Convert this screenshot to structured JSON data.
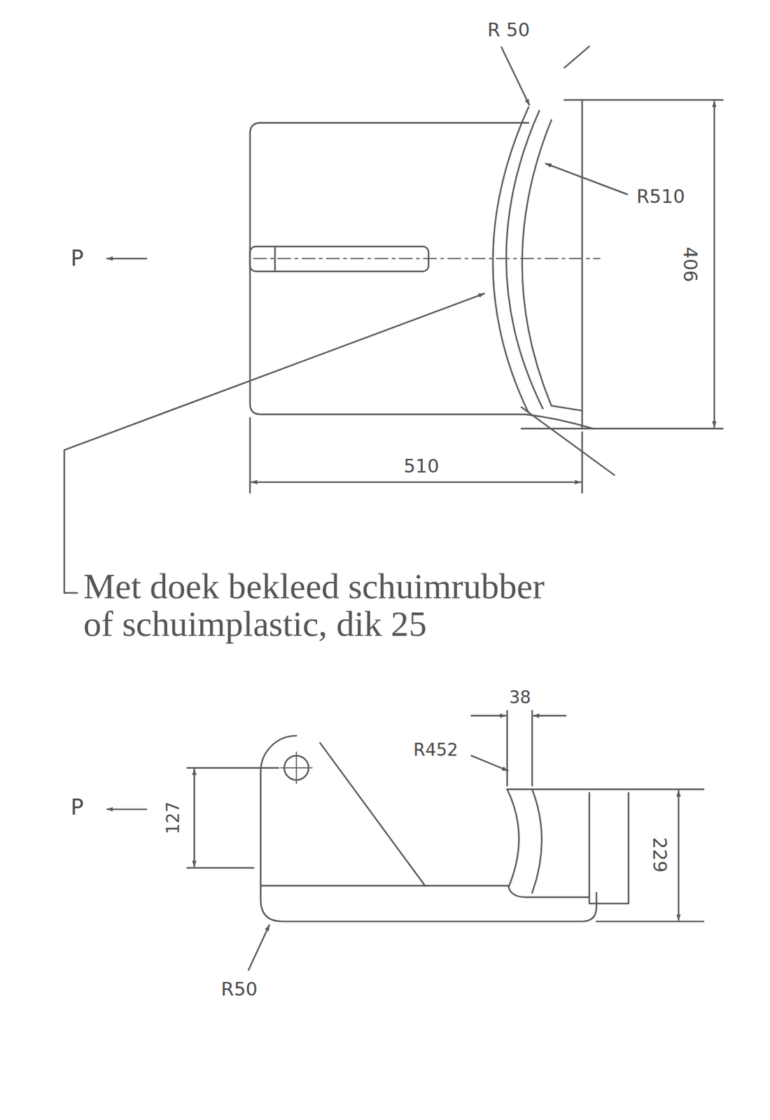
{
  "diagram": {
    "labels": [
      "R 50",
      "R510",
      "P",
      "406",
      "510",
      "Met doek bekleed schuimrubber of schuimplastic, dik 25",
      "38",
      "R452",
      "P",
      "127",
      "229",
      "R50"
    ]
  }
}
